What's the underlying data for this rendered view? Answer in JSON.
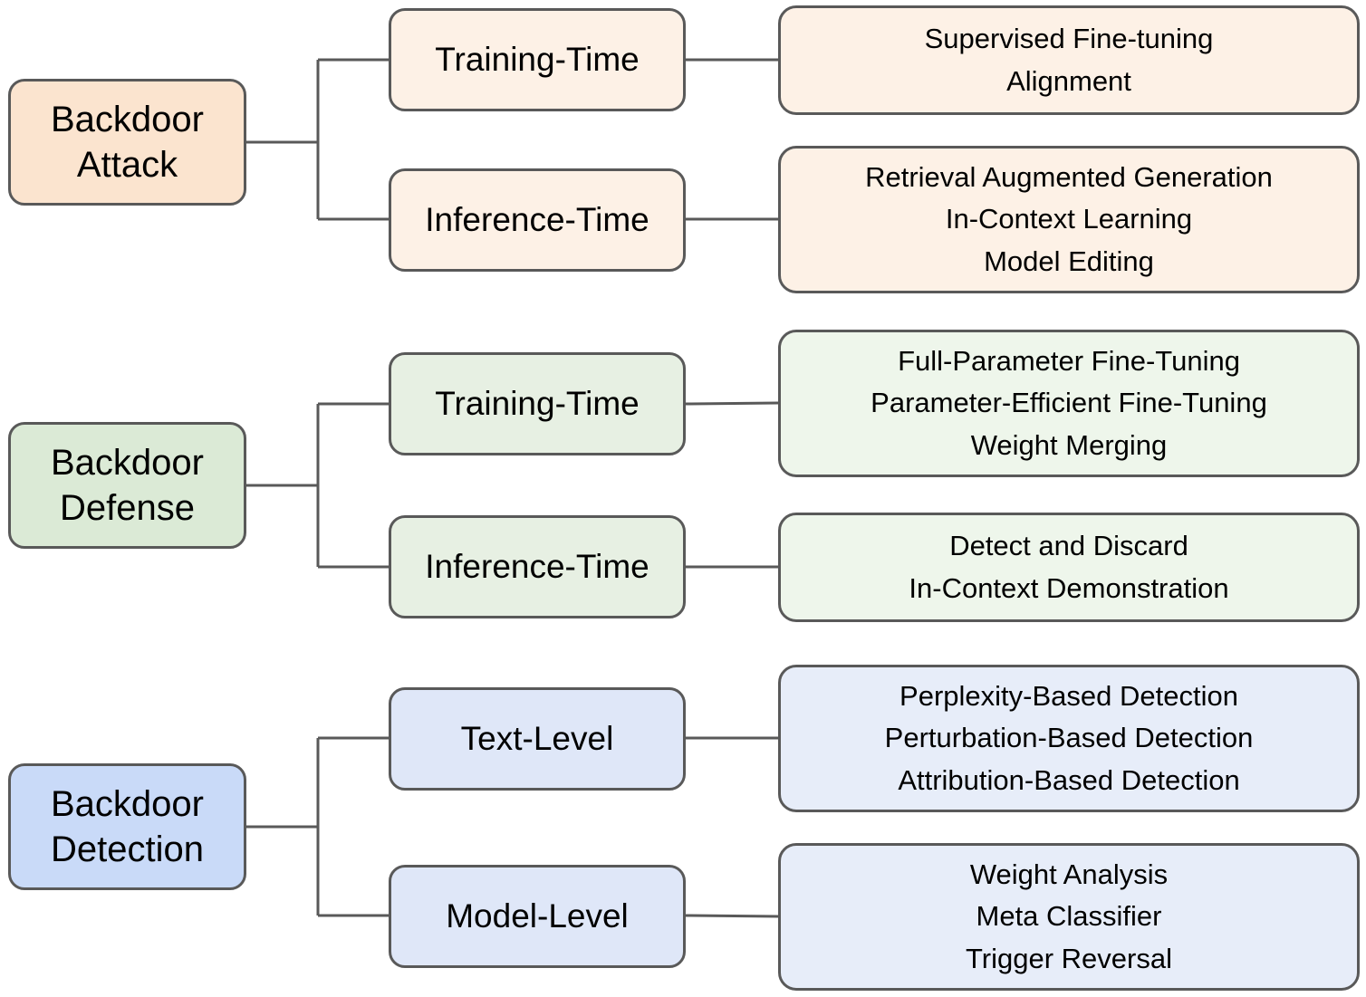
{
  "groups": [
    {
      "id": "attack",
      "root_lines": [
        "Backdoor",
        "Attack"
      ],
      "branches": [
        {
          "label": "Training-Time",
          "items": [
            "Supervised Fine-tuning",
            "Alignment"
          ]
        },
        {
          "label": "Inference-Time",
          "items": [
            "Retrieval Augmented Generation",
            "In-Context Learning",
            "Model Editing"
          ]
        }
      ]
    },
    {
      "id": "defense",
      "root_lines": [
        "Backdoor",
        "Defense"
      ],
      "branches": [
        {
          "label": "Training-Time",
          "items": [
            "Full-Parameter Fine-Tuning",
            "Parameter-Efficient Fine-Tuning",
            "Weight Merging"
          ]
        },
        {
          "label": "Inference-Time",
          "items": [
            "Detect and Discard",
            "In-Context Demonstration"
          ]
        }
      ]
    },
    {
      "id": "detection",
      "root_lines": [
        "Backdoor",
        "Detection"
      ],
      "branches": [
        {
          "label": "Text-Level",
          "items": [
            "Perplexity-Based Detection",
            "Perturbation-Based Detection",
            "Attribution-Based Detection"
          ]
        },
        {
          "label": "Model-Level",
          "items": [
            "Weight Analysis",
            "Meta Classifier",
            "Trigger Reversal"
          ]
        }
      ]
    }
  ],
  "colors": {
    "border": "#595959",
    "attack_root": "#fbe4cf",
    "attack_fill": "#fdf1e6",
    "defense_root": "#dbead6",
    "defense_fill": "#e7f0e3",
    "detection_root": "#c9daf8",
    "detection_fill": "#dfe7f8"
  }
}
